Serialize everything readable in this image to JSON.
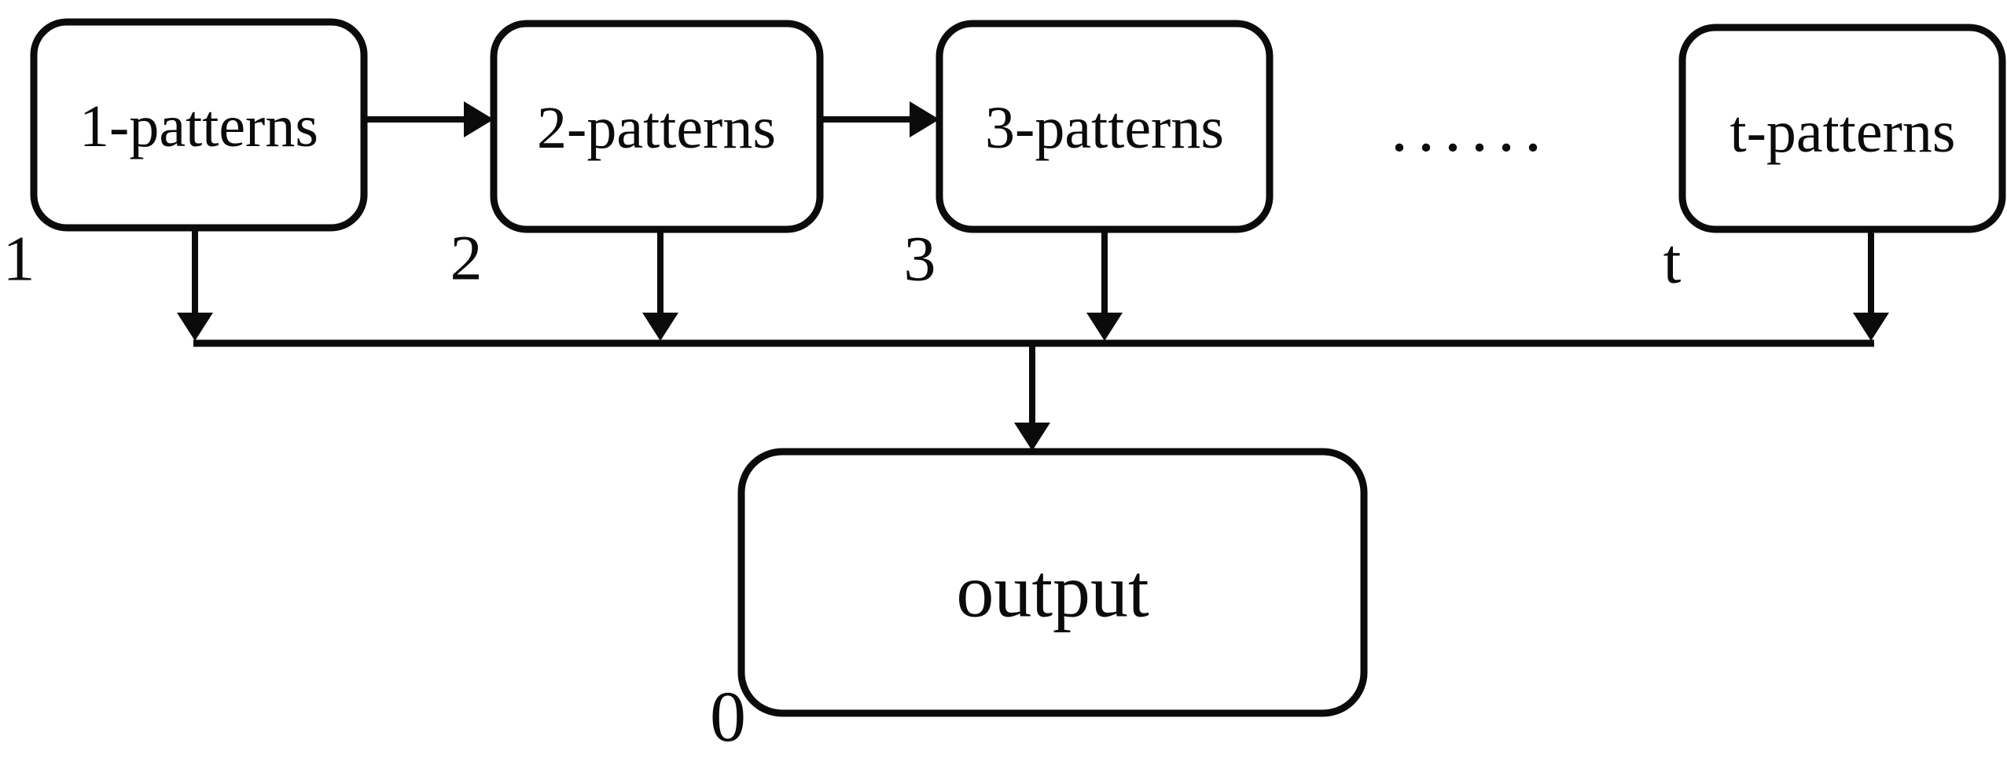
{
  "figure": {
    "title": "pattern levels flow diagram",
    "background_color": "#ffffff",
    "ink_color": "#0b0b0b",
    "nodes": [
      {
        "label": "1-patterns",
        "index": "1"
      },
      {
        "label": "2-patterns",
        "index": "2"
      },
      {
        "label": "3-patterns",
        "index": "3"
      },
      {
        "label": "t-patterns",
        "index": "t"
      },
      {
        "label": "output",
        "index": "0"
      }
    ],
    "ellipsis": "......"
  }
}
